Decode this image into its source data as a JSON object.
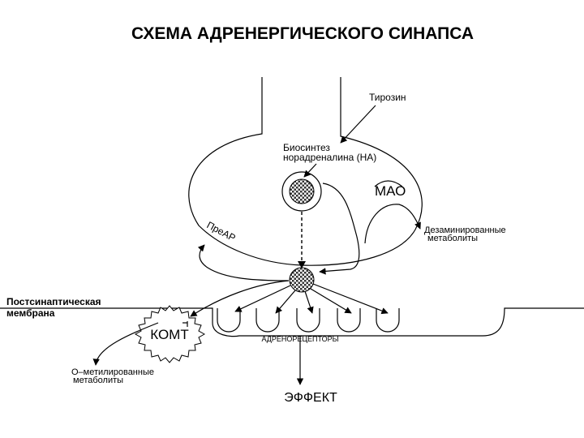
{
  "title": "СХЕМА  АДРЕНЕРГИЧЕСКОГО  СИНАПСА",
  "labels": {
    "tyrosine": "Тирозин",
    "biosynthesis_line1": "Биосинтез",
    "biosynthesis_line2": "норадреналина (НА)",
    "mao": "МАО",
    "deaminated_line1": "Дезаминированные",
    "deaminated_line2": "метаболиты",
    "reuptake": "ПреАР",
    "postsynaptic_line1": "Постсинаптическая",
    "postsynaptic_line2": "мембрана",
    "komt": "КОМТ",
    "adrenoreceptors": "АДРЕНОРЕЦЕПТОРЫ",
    "o_methylated_line1": "О–метилированные",
    "o_methylated_line2": "метаболиты",
    "effect": "ЭФФЕКТ"
  },
  "colors": {
    "line": "#000000",
    "background": "#ffffff",
    "vesicle_fill": "#555555"
  }
}
